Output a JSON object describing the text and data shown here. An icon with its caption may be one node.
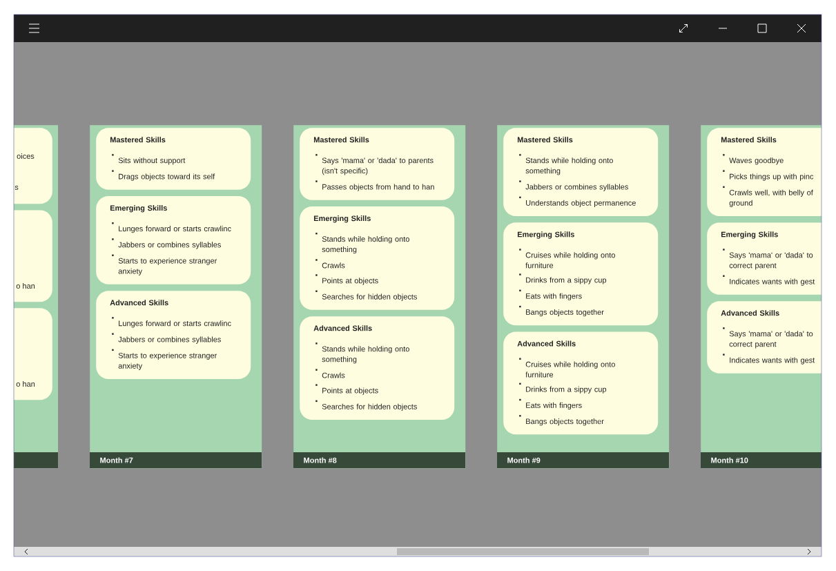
{
  "diagram": {
    "nodes": [
      {
        "text": [],
        "shape": "box"
      },
      {
        "text": [
          "oices",
          "s"
        ],
        "in": 0
      },
      {
        "text": [
          "o han"
        ],
        "in": 0
      },
      {
        "text": [
          "o han"
        ],
        "in": 0
      },
      {
        "text": [
          "Month #7"
        ]
      },
      {
        "text": [
          "Mastered Skills",
          "Sits without support",
          "Drags objects toward its self"
        ],
        "in": 4
      },
      {
        "text": [
          "Emerging Skills",
          "Lunges forward or starts crawlinc",
          "Jabbers or combines syllables",
          "Starts to experience stranger anxiety"
        ],
        "in": 4
      },
      {
        "text": [
          "Advanced Skills",
          "Lunges forward or starts crawlinc",
          "Jabbers or combines syllables",
          "Starts to experience stranger anxiety"
        ],
        "in": 4
      },
      {
        "text": [
          "Month #8"
        ]
      },
      {
        "text": [
          "Mastered Skills",
          "Says 'mama' or 'dada' to parents (isn't specific)",
          "Passes objects from hand to han"
        ],
        "in": 8
      },
      {
        "text": [
          "Emerging Skills",
          "Stands while holding onto something",
          "Crawls",
          "Points at objects",
          "Searches for hidden objects"
        ],
        "in": 8
      },
      {
        "text": [
          "Advanced Skills",
          "Stands while holding onto something",
          "Crawls",
          "Points at objects",
          "Searches for hidden objects"
        ],
        "in": 8
      },
      {
        "text": [
          "Month #9"
        ]
      },
      {
        "text": [
          "Mastered Skills",
          "Stands while holding onto something",
          "Jabbers or combines syllables",
          "Understands object permanence"
        ],
        "in": 12
      },
      {
        "text": [
          "Emerging Skills",
          "Cruises while holding onto furniture",
          "Drinks from a sippy cup",
          "Eats with fingers",
          "Bangs objects together"
        ],
        "in": 12
      },
      {
        "text": [
          "Advanced Skills",
          "Cruises while holding onto furniture",
          "Drinks from a sippy cup",
          "Eats with fingers",
          "Bangs objects together"
        ],
        "in": 12
      },
      {
        "text": [
          "Month #10"
        ]
      },
      {
        "text": [
          "Mastered Skills",
          "Waves goodbye",
          "Picks things up with pinc",
          "Crawls well, with belly of ground"
        ],
        "in": 16
      },
      {
        "text": [
          "Emerging Skills",
          "Says 'mama' or 'dada' to correct parent",
          "Indicates wants with gest"
        ],
        "in": 16
      },
      {
        "text": [
          "Advanced Skills",
          "Says 'mama' or 'dada' to correct parent",
          "Indicates wants with gest"
        ],
        "in": 16
      }
    ]
  }
}
